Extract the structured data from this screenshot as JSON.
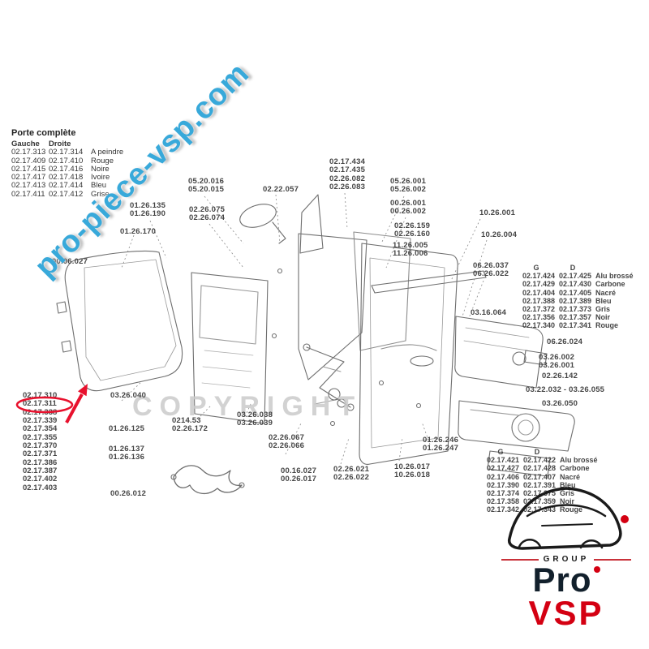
{
  "watermark": "pro-piece-vsp.com",
  "copyright": "COPYRIGHT",
  "door_table": {
    "title": "Porte complète",
    "col_left": "Gauche",
    "col_right": "Droite",
    "rows": [
      {
        "g": "02.17.313",
        "d": "02.17.314",
        "name": "A peindre"
      },
      {
        "g": "02.17.409",
        "d": "02.17.410",
        "name": "Rouge"
      },
      {
        "g": "02.17.415",
        "d": "02.17.416",
        "name": "Noire"
      },
      {
        "g": "02.17.417",
        "d": "02.17.418",
        "name": "Ivoire"
      },
      {
        "g": "02.17.413",
        "d": "02.17.414",
        "name": "Bleu"
      },
      {
        "g": "02.17.411",
        "d": "02.17.412",
        "name": "Grise"
      }
    ]
  },
  "trim_table_upper": {
    "col_g": "G",
    "col_d": "D",
    "rows": [
      {
        "g": "02.17.424",
        "d": "02.17.425",
        "name": "Alu brossé"
      },
      {
        "g": "02.17.429",
        "d": "02.17.430",
        "name": "Carbone"
      },
      {
        "g": "02.17.404",
        "d": "02.17.405",
        "name": "Nacré"
      },
      {
        "g": "02.17.388",
        "d": "02.17.389",
        "name": "Bleu"
      },
      {
        "g": "02.17.372",
        "d": "02.17.373",
        "name": "Gris"
      },
      {
        "g": "02.17.356",
        "d": "02.17.357",
        "name": "Noir"
      },
      {
        "g": "02.17.340",
        "d": "02.17.341",
        "name": "Rouge"
      }
    ]
  },
  "trim_table_lower": {
    "col_g": "G",
    "col_d": "D",
    "rows": [
      {
        "g": "02.17.421",
        "d": "02.17.422",
        "name": "Alu brossé"
      },
      {
        "g": "02.17.427",
        "d": "02.17.428",
        "name": "Carbone"
      },
      {
        "g": "02.17.406",
        "d": "02.17.407",
        "name": "Nacré"
      },
      {
        "g": "02.17.390",
        "d": "02.17.391",
        "name": "Bleu"
      },
      {
        "g": "02.17.374",
        "d": "02.17.375",
        "name": "Gris"
      },
      {
        "g": "02.17.358",
        "d": "02.17.359",
        "name": "Noir"
      },
      {
        "g": "02.17.342",
        "d": "02.17.343",
        "name": "Rouge"
      }
    ]
  },
  "door_panel_list": [
    "02.17.310",
    "02.17.311",
    "02.17.338",
    "02.17.339",
    "02.17.354",
    "02.17.355",
    "02.17.370",
    "02.17.371",
    "02.17.386",
    "02.17.387",
    "02.17.402",
    "02.17.403"
  ],
  "annotation": {
    "circled_part": "02.17.311",
    "color": "#e8112d"
  },
  "part_groups": [
    [
      "01.26.135",
      "01.26.190"
    ],
    [
      "01.26.170"
    ],
    [
      "05.20.016",
      "05.20.015"
    ],
    [
      "02.26.075",
      "02.26.074"
    ],
    [
      "02.22.057"
    ],
    [
      "02.17.434",
      "02.17.435",
      "02.26.082",
      "02.26.083"
    ],
    [
      "05.26.001",
      "05.26.002"
    ],
    [
      "00.26.001",
      "00.26.002"
    ],
    [
      "02.26.159",
      "02.26.160"
    ],
    [
      "11.26.005",
      "11.26.006"
    ],
    [
      "10.26.001"
    ],
    [
      "10.26.004"
    ],
    [
      "06.26.037",
      "06.26.022"
    ],
    [
      "03.16.064"
    ],
    [
      "00.06.027"
    ],
    [
      "03.26.040"
    ],
    [
      "0214.53",
      "02.26.172"
    ],
    [
      "03.26.038",
      "03.26.039"
    ],
    [
      "01.26.125"
    ],
    [
      "01.26.137",
      "01.26.136"
    ],
    [
      "02.26.067",
      "02.26.066"
    ],
    [
      "00.16.027",
      "00.26.017"
    ],
    [
      "02.26.021",
      "02.26.022"
    ],
    [
      "10.26.017",
      "10.26.018"
    ],
    [
      "01.26.246",
      "01.26.247"
    ],
    [
      "00.26.012"
    ],
    [
      "03.26.002",
      "03.26.001"
    ],
    [
      "06.26.024"
    ],
    [
      "02.26.142"
    ],
    [
      "03.22.032 - 03.26.055"
    ],
    [
      "03.26.050"
    ]
  ],
  "logo": {
    "group": "GROUP",
    "line1": "Pro",
    "line2": "VSP"
  },
  "colors": {
    "watermark": "#38a9da",
    "annotation": "#e8112d",
    "logo_red": "#d40012"
  }
}
